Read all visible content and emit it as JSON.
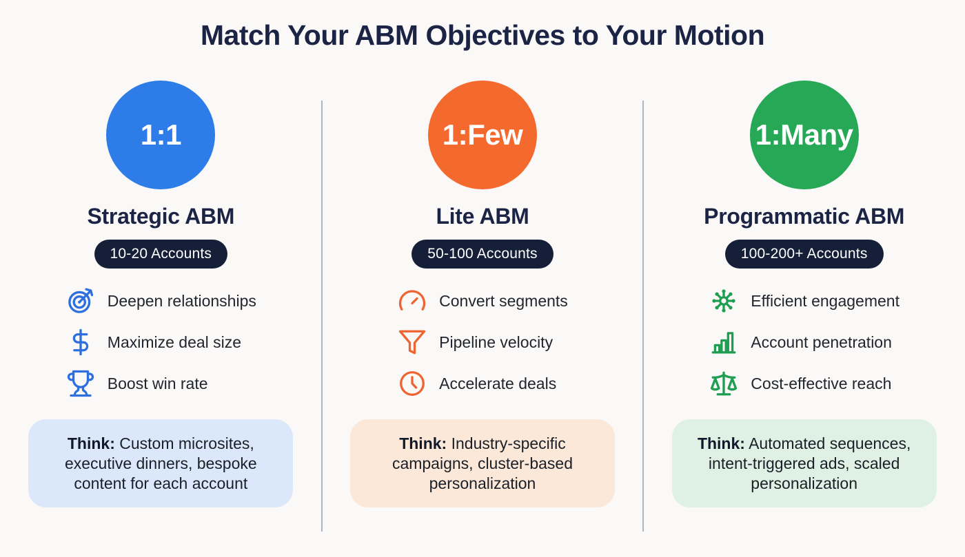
{
  "page": {
    "title": "Match Your ABM Objectives to Your Motion",
    "background": "#faf9f7",
    "title_color": "#1b2444",
    "divider_color": "#a9b8c9",
    "badge_bg": "#151f38",
    "badge_text_color": "#ffffff"
  },
  "columns": [
    {
      "circle_label": "1:1",
      "circle_color": "#2e7ce8",
      "accent": "#2e6fe0",
      "title": "Strategic ABM",
      "badge": "10-20 Accounts",
      "bullets": [
        {
          "icon": "target-icon",
          "text": "Deepen relationships"
        },
        {
          "icon": "dollar-sign-icon",
          "text": "Maximize deal size"
        },
        {
          "icon": "trophy-icon",
          "text": "Boost win rate"
        }
      ],
      "think_label": "Think:",
      "think_text": "Custom microsites, executive dinners, bespoke content for each account",
      "think_bg": "#dbe8fc"
    },
    {
      "circle_label": "1:Few",
      "circle_color": "#f4692e",
      "accent": "#ee6433",
      "title": "Lite ABM",
      "badge": "50-100 Accounts",
      "bullets": [
        {
          "icon": "gauge-icon",
          "text": "Convert segments"
        },
        {
          "icon": "funnel-icon",
          "text": "Pipeline velocity"
        },
        {
          "icon": "clock-icon",
          "text": "Accelerate deals"
        }
      ],
      "think_label": "Think:",
      "think_text": "Industry-specific campaigns, cluster-based personalization",
      "think_bg": "#fce8d8"
    },
    {
      "circle_label": "1:Many",
      "circle_color": "#27a857",
      "accent": "#1f9e51",
      "title": "Programmatic ABM",
      "badge": "100-200+ Accounts",
      "bullets": [
        {
          "icon": "network-icon",
          "text": "Efficient engagement"
        },
        {
          "icon": "bar-chart-icon",
          "text": "Account penetration"
        },
        {
          "icon": "scale-icon",
          "text": "Cost-effective reach"
        }
      ],
      "think_label": "Think:",
      "think_text": "Automated sequences, intent-triggered ads, scaled personalization",
      "think_bg": "#def1e4"
    }
  ]
}
